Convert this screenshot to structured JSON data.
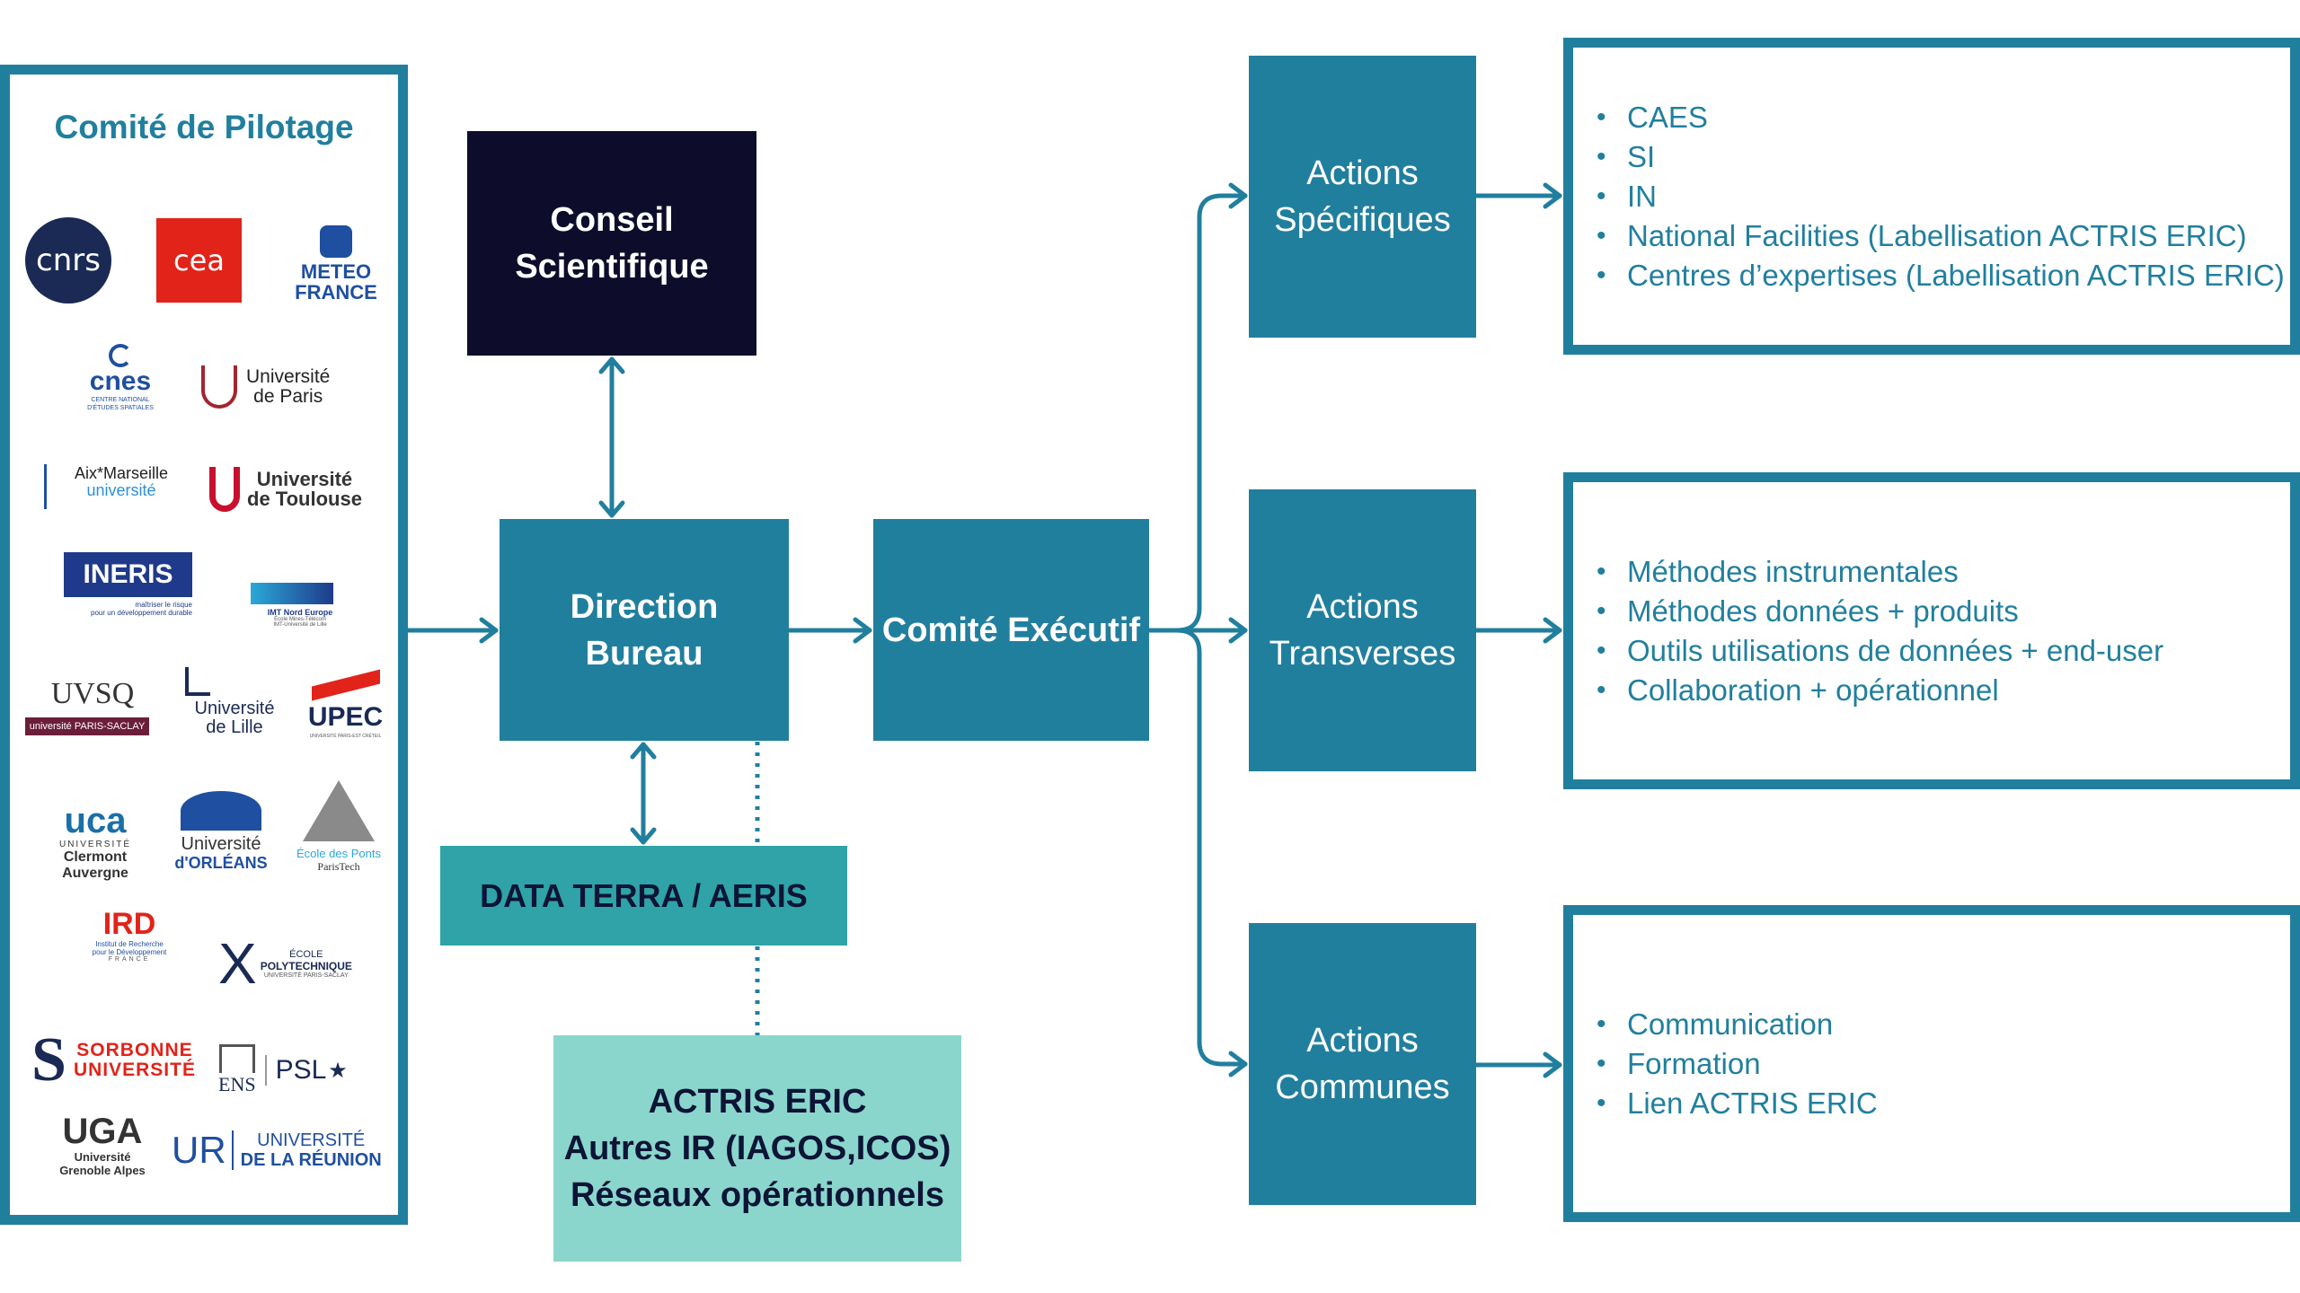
{
  "pilotage": {
    "title": "Comité de Pilotage",
    "logos": {
      "cnrs": "cnrs",
      "cea": "cea",
      "meteo_line1": "METEO",
      "meteo_line2": "FRANCE",
      "cnes": "cnes",
      "cnes_sub1": "CENTRE NATIONAL",
      "cnes_sub2": "D'ÉTUDES SPATIALES",
      "uparis_line1": "Université",
      "uparis_line2": "de Paris",
      "amu_line1": "Aix*Marseille",
      "amu_line2": "université",
      "utoulouse_line1": "Université",
      "utoulouse_line2": "de Toulouse",
      "ineris": "INERIS",
      "ineris_sub1": "maîtriser le risque",
      "ineris_sub2": "pour un développement durable",
      "imt": "IMT Nord Europe",
      "imt_sub1": "École Mines-Télécom",
      "imt_sub2": "IMT-Université de Lille",
      "uvsq": "UVSQ",
      "uvsq_sub": "université PARIS-SACLAY",
      "ulille_line1": "Université",
      "ulille_line2": "de Lille",
      "upec": "UPEC",
      "upec_sub": "UNIVERSITÉ PARIS-EST CRÉTEIL",
      "uca_line1": "UNIVERSITÉ",
      "uca_line2": "Clermont",
      "uca_line3": "Auvergne",
      "uorleans_line1": "Université",
      "uorleans_line2": "d'ORLÉANS",
      "ponts_line1": "École des Ponts",
      "ponts_line2": "ParisTech",
      "ird": "IRD",
      "ird_sub1": "Institut de Recherche",
      "ird_sub2": "pour le Développement",
      "ird_sub3": "FRANCE",
      "polytechnique_line1": "ÉCOLE",
      "polytechnique_line2": "POLYTECHNIQUE",
      "polytechnique_line3": "UNIVERSITÉ PARIS-SACLAY",
      "sorbonne_line1": "SORBONNE",
      "sorbonne_line2": "UNIVERSITÉ",
      "ens": "ENS",
      "psl": "PSL",
      "uga": "UGA",
      "uga_sub1": "Université",
      "uga_sub2": "Grenoble Alpes",
      "ur_line1": "UNIVERSITÉ",
      "ur_line2": "DE LA RÉUNION"
    }
  },
  "conseil": {
    "line1": "Conseil",
    "line2": "Scientifique"
  },
  "direction": {
    "line1": "Direction",
    "line2": "Bureau"
  },
  "executif": {
    "label": "Comité Exécutif"
  },
  "dataterra": {
    "label": "DATA TERRA / AERIS"
  },
  "actris": {
    "line1": "ACTRIS ERIC",
    "line2": "Autres IR (IAGOS,ICOS)",
    "line3": "Réseaux opérationnels"
  },
  "actions": {
    "specifiques": {
      "line1": "Actions",
      "line2": "Spécifiques"
    },
    "transverses": {
      "line1": "Actions",
      "line2": "Transverses"
    },
    "communes": {
      "line1": "Actions",
      "line2": "Communes"
    }
  },
  "lists": {
    "specifiques": [
      "CAES",
      "SI",
      "IN",
      "National Facilities (Labellisation ACTRIS ERIC)",
      "Centres d’expertises (Labellisation ACTRIS ERIC)"
    ],
    "transverses": [
      "Méthodes instrumentales",
      "Méthodes données + produits",
      "Outils utilisations de données + end-user",
      "Collaboration + opérationnel"
    ],
    "communes": [
      "Communication",
      "Formation",
      "Lien ACTRIS ERIC"
    ]
  },
  "colors": {
    "primary": "#217f9e",
    "dark": "#0d0d2b",
    "aqua": "#2fa3a8",
    "mint": "#8ad6cc"
  }
}
